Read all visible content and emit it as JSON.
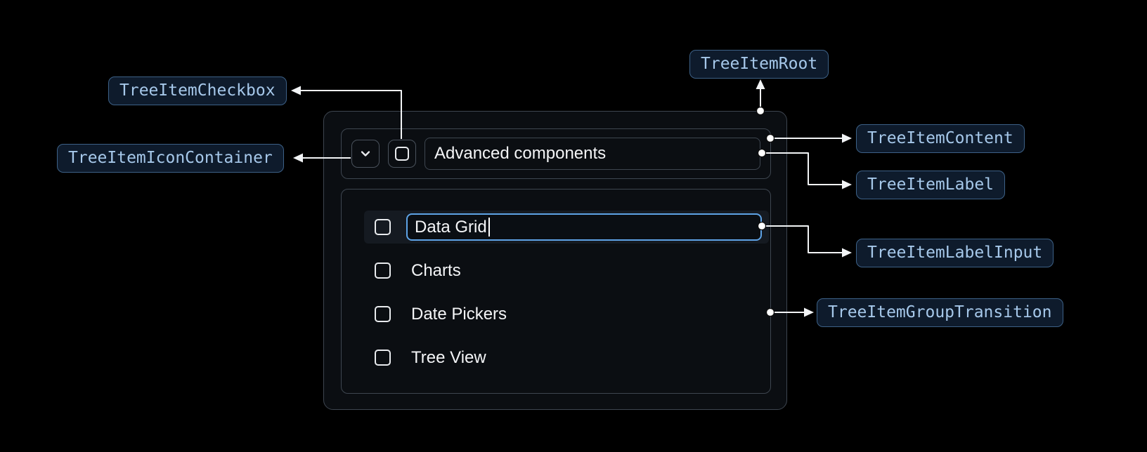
{
  "callouts": {
    "checkbox": {
      "label": "TreeItemCheckbox"
    },
    "icon_container": {
      "label": "TreeItemIconContainer"
    },
    "root": {
      "label": "TreeItemRoot"
    },
    "content": {
      "label": "TreeItemContent"
    },
    "item_label": {
      "label": "TreeItemLabel"
    },
    "label_input": {
      "label": "TreeItemLabelInput"
    },
    "group_transition": {
      "label": "TreeItemGroupTransition"
    }
  },
  "tree": {
    "parent_label": "Advanced components",
    "parent_expanded": true,
    "children": [
      {
        "label": "Data Grid",
        "state": "editing",
        "checked": false
      },
      {
        "label": "Charts",
        "state": "default",
        "checked": false
      },
      {
        "label": "Date Pickers",
        "state": "default",
        "checked": false
      },
      {
        "label": "Tree View",
        "state": "default",
        "checked": false
      }
    ]
  },
  "icons": {
    "expand": "chevron-down-icon",
    "checkbox": "checkbox-unchecked-icon"
  },
  "colors": {
    "background": "#000000",
    "callout_bg": "#0E1B2C",
    "callout_border": "#3D6187",
    "callout_text": "#A6C8EA",
    "panel_bg": "#0B0E12",
    "panel_border": "#3E4650",
    "row_highlight_bg": "#151A21",
    "focus_border": "#5EA3E6",
    "text": "#F4F5F7",
    "connector": "#F2F4F6"
  }
}
